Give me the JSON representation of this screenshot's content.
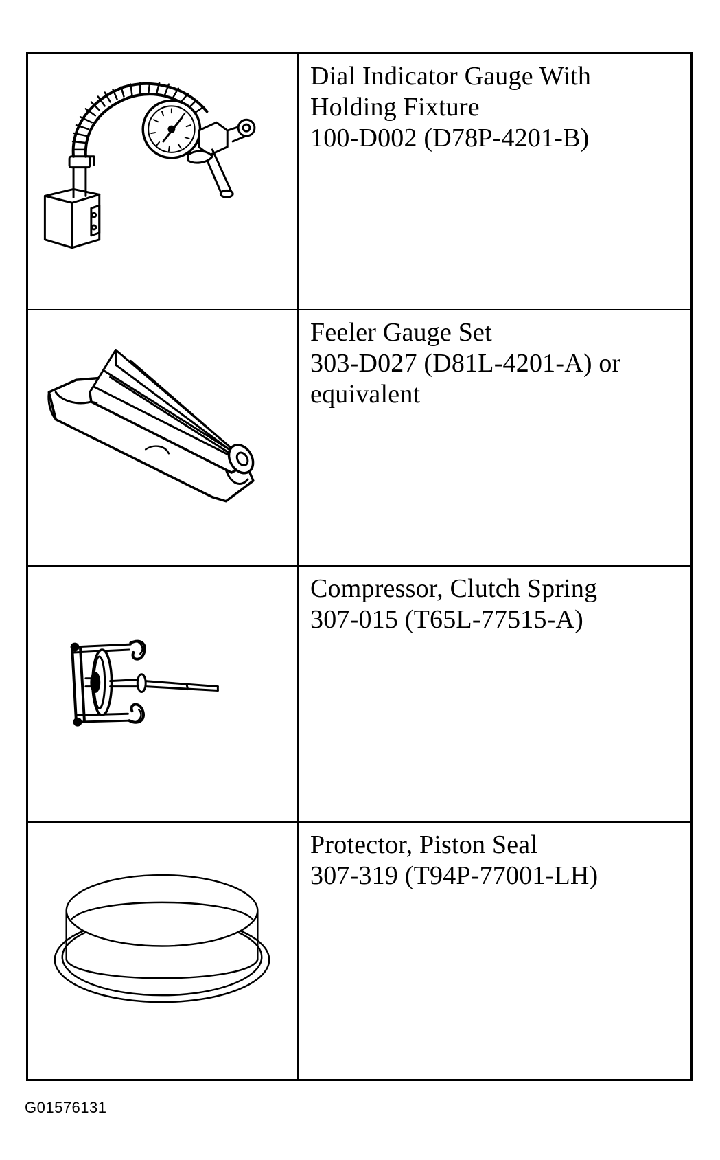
{
  "tools": [
    {
      "icon": "dial-indicator-gauge-icon",
      "lines": [
        "Dial Indicator Gauge With",
        "Holding Fixture",
        "100-D002 (D78P-4201-B)"
      ]
    },
    {
      "icon": "feeler-gauge-set-icon",
      "lines": [
        "Feeler Gauge Set",
        "303-D027 (D81L-4201-A) or",
        "equivalent"
      ]
    },
    {
      "icon": "clutch-spring-compressor-icon",
      "lines": [
        "Compressor, Clutch Spring",
        "307-015 (T65L-77515-A)"
      ]
    },
    {
      "icon": "piston-seal-protector-icon",
      "lines": [
        "Protector, Piston Seal",
        "307-319 (T94P-77001-LH)"
      ]
    }
  ],
  "figure_id": "G01576131"
}
